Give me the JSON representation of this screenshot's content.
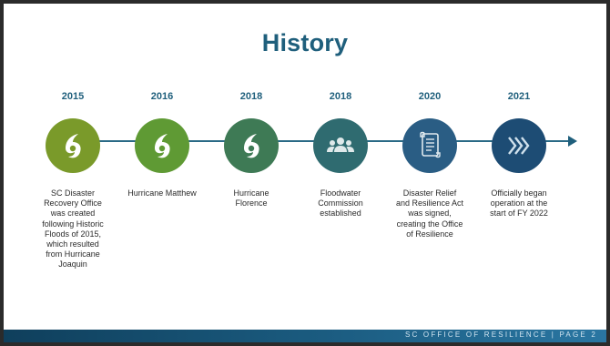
{
  "slide": {
    "title": "History",
    "footer": "SC OFFICE OF RESILIENCE  |  PAGE 2"
  },
  "timeline": [
    {
      "year": "2015",
      "icon": "hurricane-icon",
      "color": "#7a9a2a",
      "text": "SC Disaster Recovery Office was created following Historic Floods of 2015, which resulted from Hurricane Joaquin"
    },
    {
      "year": "2016",
      "icon": "hurricane-icon",
      "color": "#5f9a34",
      "text": "Hurricane Matthew"
    },
    {
      "year": "2018",
      "icon": "hurricane-icon",
      "color": "#3e7a55",
      "text": "Hurricane Florence"
    },
    {
      "year": "2018",
      "icon": "people-icon",
      "color": "#2f6b70",
      "text": "Floodwater Commission established"
    },
    {
      "year": "2020",
      "icon": "scroll-icon",
      "color": "#2a5d84",
      "text": "Disaster Relief and Resilience Act was signed, creating the Office of Resilience"
    },
    {
      "year": "2021",
      "icon": "chevrons-icon",
      "color": "#1d4c74",
      "text": "Officially began operation at the start of FY 2022"
    }
  ]
}
